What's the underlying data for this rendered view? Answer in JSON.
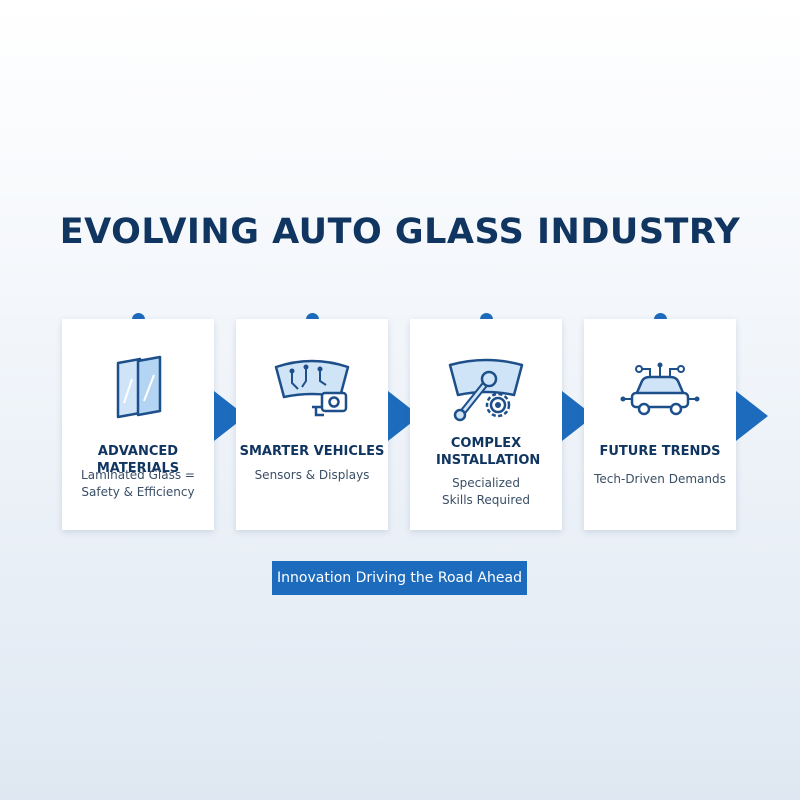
{
  "title": "EVOLVING AUTO GLASS INDUSTRY",
  "steps": [
    {
      "title": "ADVANCED MATERIALS",
      "subtitle": "Laminated Glass = Safety & Efficiency",
      "icon": "glass-panels-icon"
    },
    {
      "title": "SMARTER VEHICLES",
      "subtitle": "Sensors & Displays",
      "icon": "windshield-sensor-icon"
    },
    {
      "title": "COMPLEX INSTALLATION",
      "subtitle": "Specialized Skills Required",
      "icon": "wrench-gear-icon"
    },
    {
      "title": "FUTURE TRENDS",
      "subtitle": "Tech-Driven Demands",
      "icon": "connected-car-icon"
    }
  ],
  "banner": "Innovation Driving the Road Ahead",
  "colors": {
    "primary": "#1d6bbd",
    "title": "#0f3560",
    "icon_fill": "#cfe4f7"
  }
}
